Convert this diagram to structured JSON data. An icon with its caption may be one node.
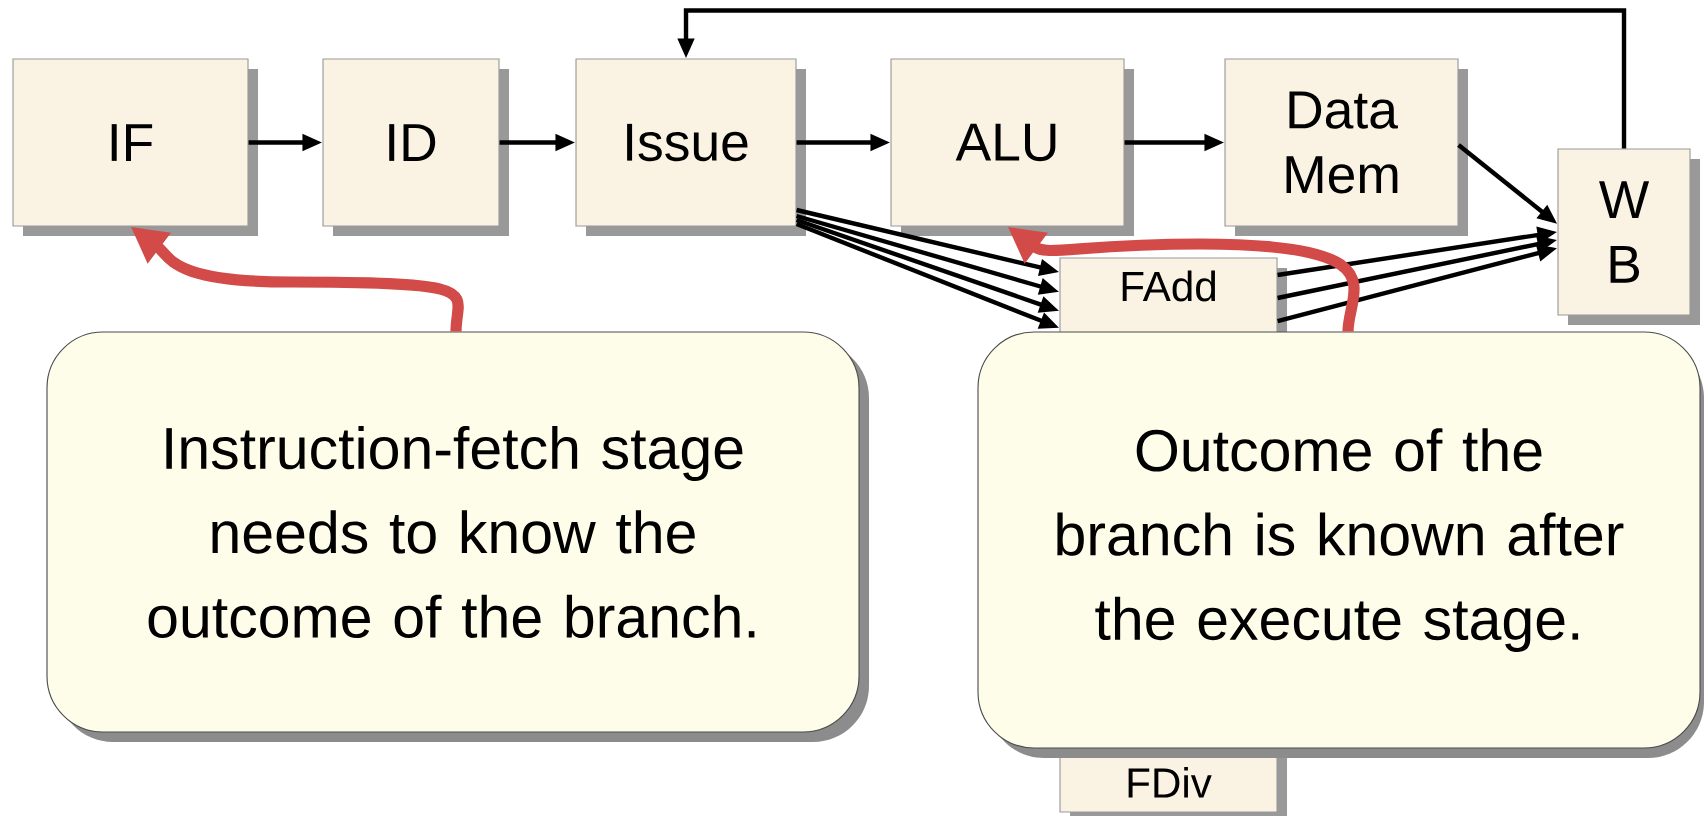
{
  "diagram": {
    "nodes": [
      {
        "text": [
          "IF"
        ]
      },
      {
        "text": [
          "ID"
        ]
      },
      {
        "text": [
          "Issue"
        ]
      },
      {
        "text": [
          "ALU"
        ]
      },
      {
        "text": [
          "Data Mem"
        ]
      },
      {
        "text": [
          "W B"
        ]
      },
      {
        "text": [
          "FAdd",
          "FDiv"
        ]
      },
      {
        "text": [
          "Instruction-fetch stage needs to know the outcome of the branch."
        ]
      },
      {
        "text": [
          "Outcome of the branch is known after the execute stage."
        ]
      }
    ],
    "edges": [
      {
        "from": 0,
        "to": 1,
        "arrow": "to"
      },
      {
        "from": 1,
        "to": 2,
        "arrow": "to"
      },
      {
        "from": 2,
        "to": 3,
        "arrow": "to"
      },
      {
        "from": 3,
        "to": 4,
        "arrow": "to"
      },
      {
        "from": 4,
        "to": 5,
        "arrow": "to"
      },
      {
        "from": 2,
        "to": 6,
        "arrow": "to"
      },
      {
        "from": 2,
        "to": 6,
        "arrow": "to"
      },
      {
        "from": 2,
        "to": 6,
        "arrow": "to"
      },
      {
        "from": 2,
        "to": 6,
        "arrow": "to"
      },
      {
        "from": 6,
        "to": 5,
        "arrow": "to"
      },
      {
        "from": 6,
        "to": 5,
        "arrow": "to"
      },
      {
        "from": 6,
        "to": 5,
        "arrow": "to"
      },
      {
        "from": 5,
        "to": 2,
        "arrow": "to"
      },
      {
        "from": 7,
        "to": 0,
        "arrow": "to",
        "style": "thick",
        "color": "#d24b48"
      },
      {
        "from": 8,
        "to": 3,
        "arrow": "to",
        "style": "thick",
        "color": "#d24b48"
      }
    ]
  }
}
